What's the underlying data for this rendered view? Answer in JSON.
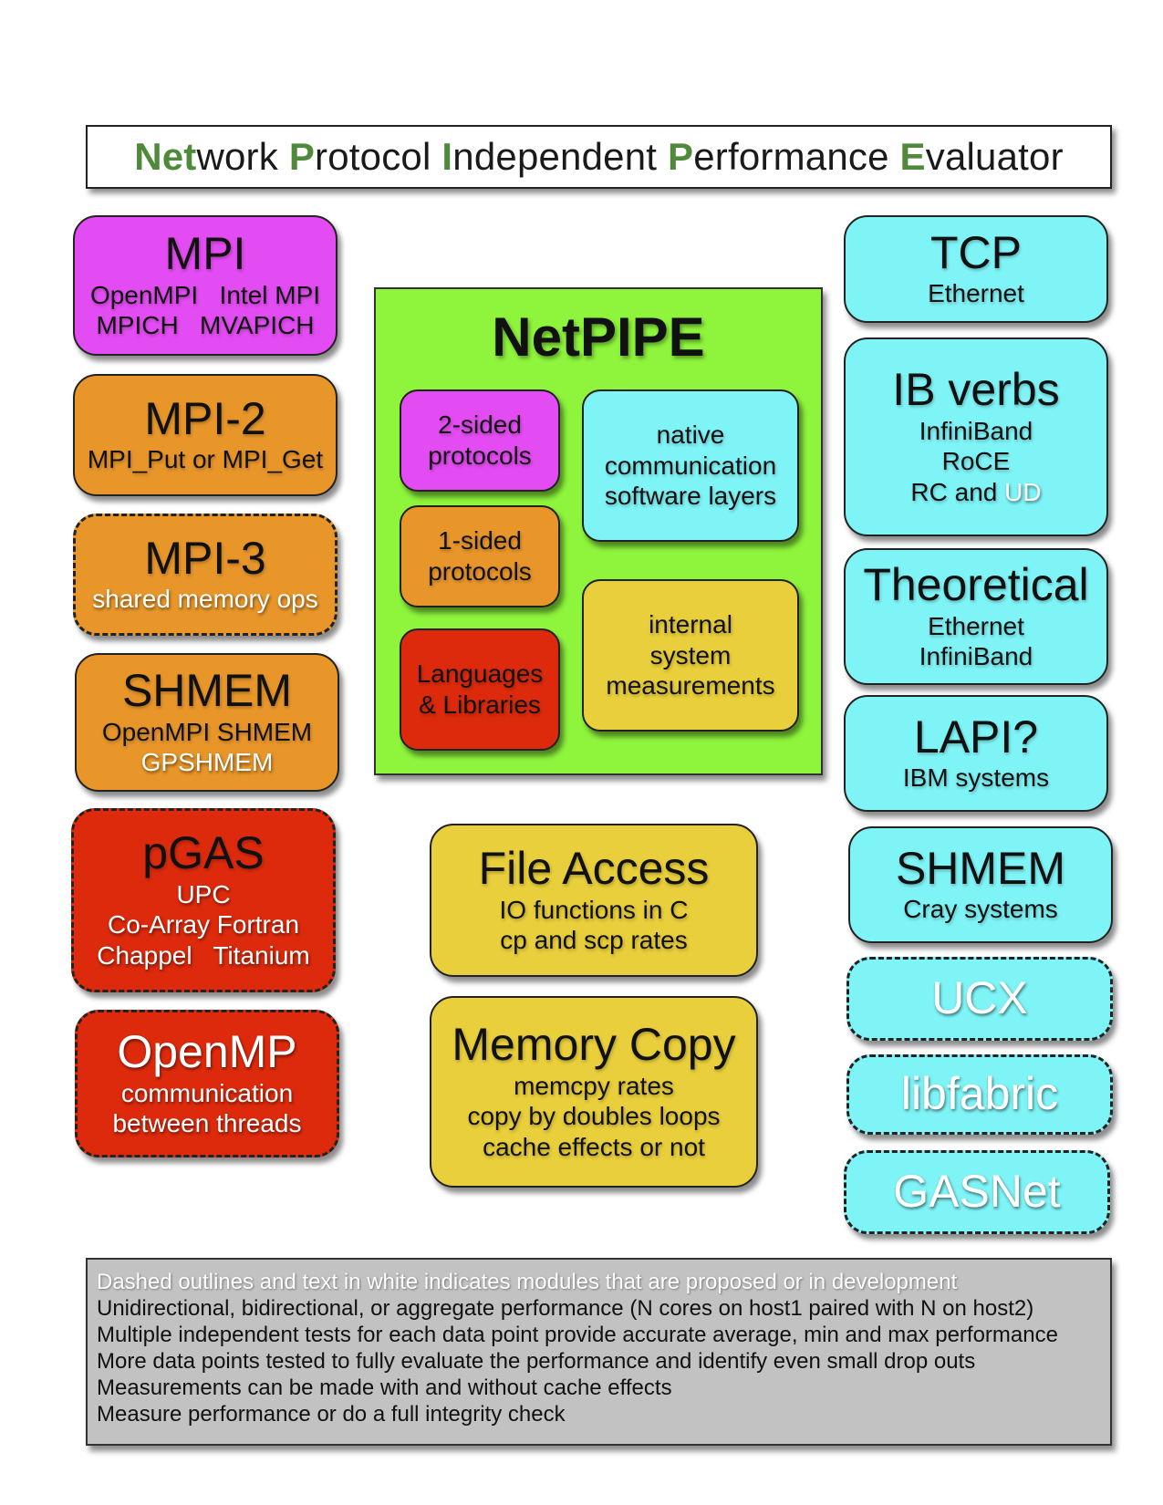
{
  "title": {
    "parts": [
      {
        "t": "Net",
        "accent": true
      },
      {
        "t": "work ",
        "accent": false
      },
      {
        "t": "P",
        "accent": true
      },
      {
        "t": "rotocol ",
        "accent": false
      },
      {
        "t": "I",
        "accent": true
      },
      {
        "t": "ndependent ",
        "accent": false
      },
      {
        "t": "P",
        "accent": true
      },
      {
        "t": "erformance ",
        "accent": false
      },
      {
        "t": "E",
        "accent": true
      },
      {
        "t": "valuator",
        "accent": false
      }
    ]
  },
  "left_modules": {
    "mpi": {
      "title": "MPI",
      "line1": "OpenMPI   Intel MPI",
      "line2": "MPICH   MVAPICH"
    },
    "mpi2": {
      "title": "MPI-2",
      "line1": "MPI_Put or MPI_Get"
    },
    "mpi3": {
      "title": "MPI-3",
      "line1": "shared memory ops"
    },
    "shmem": {
      "title": "SHMEM",
      "line1": "OpenMPI SHMEM",
      "line2": "GPSHMEM"
    },
    "pgas": {
      "title": "pGAS",
      "line1": "UPC",
      "line2": "Co-Array Fortran",
      "line3": "Chappel   Titanium"
    },
    "openmp": {
      "title": "OpenMP",
      "line1": "communication",
      "line2": "between threads"
    }
  },
  "netpipe": {
    "title": "NetPIPE",
    "two_sided": {
      "line1": "2-sided",
      "line2": "protocols"
    },
    "one_sided": {
      "line1": "1-sided",
      "line2": "protocols"
    },
    "languages": {
      "line1": "Languages",
      "line2": "& Libraries"
    },
    "native": {
      "line1": "native",
      "line2": "communication",
      "line3": "software layers"
    },
    "internal": {
      "line1": "internal",
      "line2": "system",
      "line3": "measurements"
    }
  },
  "center_modules": {
    "file_access": {
      "title": "File Access",
      "line1": "IO functions in C",
      "line2": "cp and scp rates"
    },
    "memory_copy": {
      "title": "Memory Copy",
      "line1": "memcpy rates",
      "line2": "copy by doubles loops",
      "line3": "cache effects or not"
    }
  },
  "right_modules": {
    "tcp": {
      "title": "TCP",
      "line1": "Ethernet"
    },
    "ib_verbs": {
      "title": "IB verbs",
      "line1": "InfiniBand",
      "line2": "RoCE",
      "line3a": "RC and ",
      "line3b": "UD"
    },
    "theoretical": {
      "title": "Theoretical",
      "line1": "Ethernet",
      "line2": "InfiniBand"
    },
    "lapi": {
      "title": "LAPI?",
      "line1": "IBM systems"
    },
    "shmem_cray": {
      "title": "SHMEM",
      "line1": "Cray systems"
    },
    "ucx": {
      "title": "UCX"
    },
    "libfabric": {
      "title": "libfabric"
    },
    "gasnet": {
      "title": "GASNet"
    }
  },
  "notes": {
    "line1": "Dashed outlines and text in white indicates modules that are proposed or in development",
    "line2": "Unidirectional, bidirectional, or aggregate performance (N cores on host1 paired with N on host2)",
    "line3": "Multiple independent tests for each data point provide accurate average, min and max performance",
    "line4": "More data points tested to fully evaluate the performance and identify even small drop outs",
    "line5": "Measurements can be made with and without cache effects",
    "line6": "Measure performance or do a full integrity check"
  },
  "colors": {
    "title_accent": "#4f8a3a",
    "magenta": "#e44cf3",
    "orange": "#e8962a",
    "red": "#dd2a0c",
    "cyan": "#7ff4f7",
    "yellow": "#e9cf3b",
    "netpipe_green": "#8ef53c",
    "notes_gray": "#c2c2c2"
  }
}
